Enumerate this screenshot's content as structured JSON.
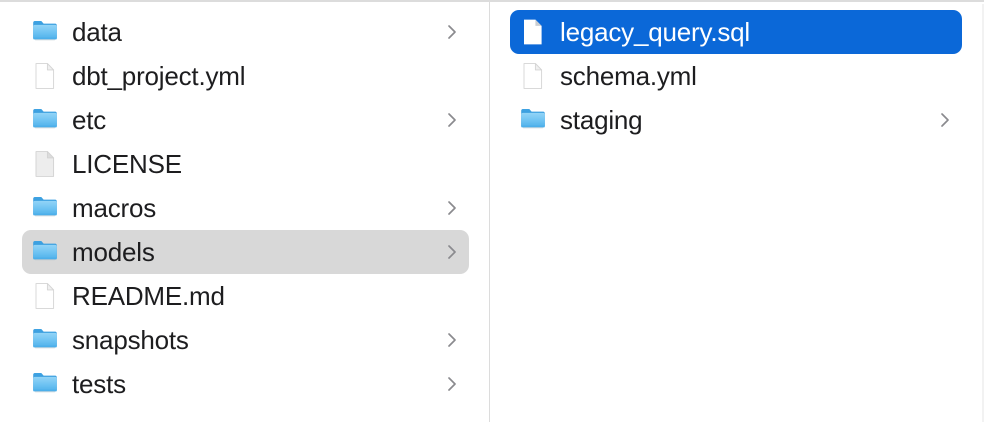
{
  "app": {
    "name": "Finder",
    "view_mode": "column",
    "colors": {
      "selection_active": "#0b68d8",
      "selection_inactive": "#d8d8d8",
      "folder_icon": "#6ec2f0",
      "text": "#1d1d1f",
      "text_selected": "#ffffff",
      "divider": "#dcdcdc"
    }
  },
  "columns": [
    {
      "name": "project-root-column",
      "items": [
        {
          "label": "data",
          "kind": "folder",
          "icon": "folder-icon",
          "has_chevron": true,
          "selected": false,
          "selection_style": "none"
        },
        {
          "label": "dbt_project.yml",
          "kind": "file",
          "icon": "document-icon",
          "has_chevron": false,
          "selected": false,
          "selection_style": "none"
        },
        {
          "label": "etc",
          "kind": "folder",
          "icon": "folder-icon",
          "has_chevron": true,
          "selected": false,
          "selection_style": "none"
        },
        {
          "label": "LICENSE",
          "kind": "file",
          "icon": "generic-file-icon",
          "has_chevron": false,
          "selected": false,
          "selection_style": "none"
        },
        {
          "label": "macros",
          "kind": "folder",
          "icon": "folder-icon",
          "has_chevron": true,
          "selected": false,
          "selection_style": "none"
        },
        {
          "label": "models",
          "kind": "folder",
          "icon": "folder-icon",
          "has_chevron": true,
          "selected": true,
          "selection_style": "gray"
        },
        {
          "label": "README.md",
          "kind": "file",
          "icon": "document-icon",
          "has_chevron": false,
          "selected": false,
          "selection_style": "none"
        },
        {
          "label": "snapshots",
          "kind": "folder",
          "icon": "folder-icon",
          "has_chevron": true,
          "selected": false,
          "selection_style": "none"
        },
        {
          "label": "tests",
          "kind": "folder",
          "icon": "folder-icon",
          "has_chevron": true,
          "selected": false,
          "selection_style": "none"
        }
      ]
    },
    {
      "name": "models-contents-column",
      "items": [
        {
          "label": "legacy_query.sql",
          "kind": "file",
          "icon": "document-icon",
          "has_chevron": false,
          "selected": true,
          "selection_style": "blue"
        },
        {
          "label": "schema.yml",
          "kind": "file",
          "icon": "document-icon",
          "has_chevron": false,
          "selected": false,
          "selection_style": "none"
        },
        {
          "label": "staging",
          "kind": "folder",
          "icon": "folder-icon",
          "has_chevron": true,
          "selected": false,
          "selection_style": "none"
        }
      ]
    }
  ]
}
